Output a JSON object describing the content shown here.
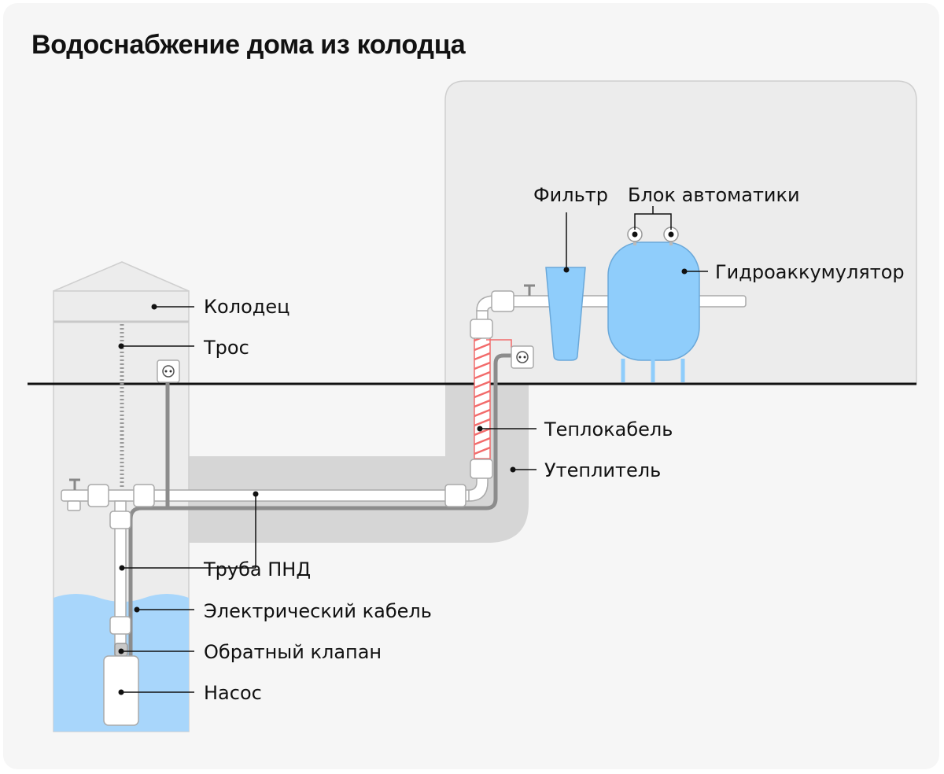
{
  "title": "Водоснабжение дома из колодца",
  "labels": {
    "well": "Колодец",
    "rope": "Трос",
    "pipe": "Труба ПНД",
    "cable": "Электрический кабель",
    "valve": "Обратный клапан",
    "pump": "Насос",
    "filter": "Фильтр",
    "automation": "Блок автоматики",
    "accumulator": "Гидроаккумулятор",
    "heat_cable": "Теплокабель",
    "insulation": "Утеплитель"
  },
  "colors": {
    "water": "#a8d6fb",
    "device_blue": "#8fcdfb",
    "heat_cable": "#f26b6b",
    "cable": "#8c8c8c",
    "insulation": "#d6d6d6",
    "house": "#ececec"
  }
}
